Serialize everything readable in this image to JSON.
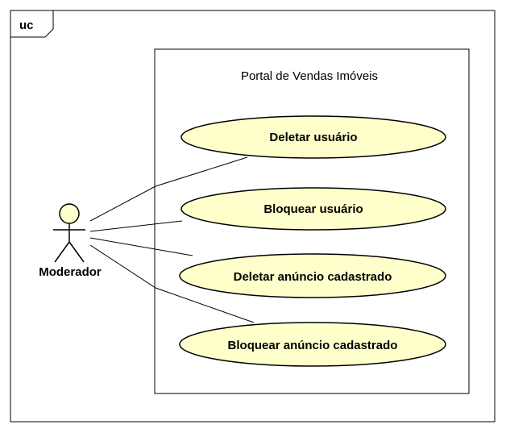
{
  "frame": {
    "tag": "uc"
  },
  "system": {
    "title": "Portal de Vendas Imóveis"
  },
  "actor": {
    "name": "Moderador"
  },
  "use_cases": [
    {
      "label": "Deletar usuário"
    },
    {
      "label": "Bloquear usuário"
    },
    {
      "label": "Deletar anúncio cadastrado"
    },
    {
      "label": "Bloquear anúncio cadastrado"
    }
  ],
  "colors": {
    "usecase_fill": "#FFFFCC",
    "actor_fill": "#FFFFCC",
    "stroke": "#000000"
  }
}
